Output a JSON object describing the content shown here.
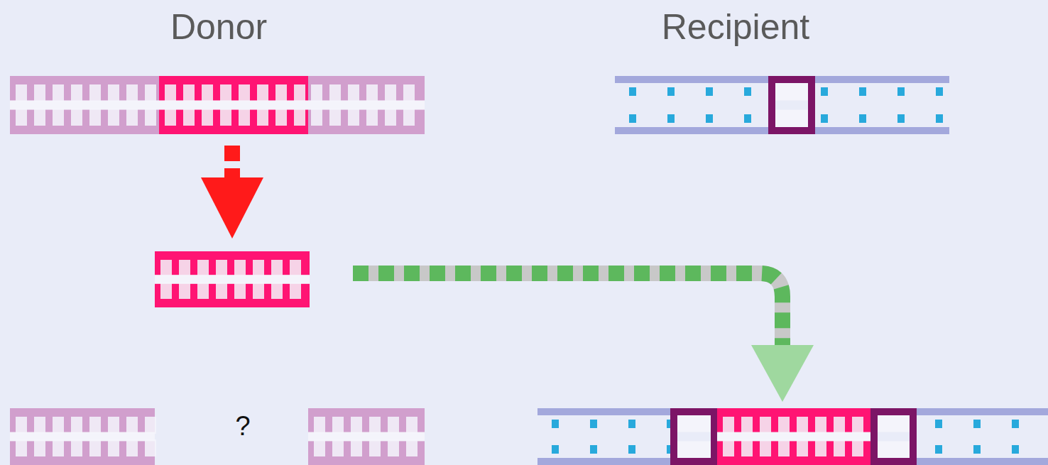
{
  "diagram": {
    "labels": [
      "Donor",
      "Recipient",
      "?"
    ]
  }
}
